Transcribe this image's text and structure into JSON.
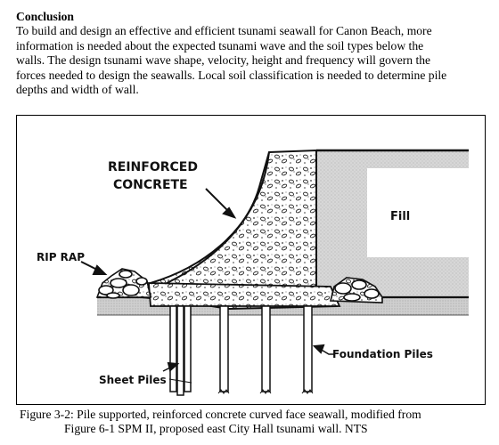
{
  "section": {
    "heading": "Conclusion",
    "paragraph_lines": [
      "To build and design an effective and efficient tsunami seawall for Canon Beach, more",
      "information is needed about the expected tsunami wave and the soil types below the",
      "walls.  The design tsunami wave shape, velocity, height and frequency will govern the",
      "forces needed to design the seawalls.  Local soil classification is needed to determine pile",
      "depths and width of wall."
    ]
  },
  "figure": {
    "labels": {
      "reinforced": "REINFORCED",
      "concrete": "CONCRETE",
      "fill": "Fill",
      "rip_rap": "RIP RAP",
      "foundation_piles": "Foundation Piles",
      "sheet_piles": "Sheet Piles"
    },
    "caption_lines": [
      "Figure 3-2: Pile supported, reinforced concrete curved face seawall, modified from",
      "Figure 6-1 SPM II, proposed east City Hall tsunami wall. NTS"
    ]
  }
}
